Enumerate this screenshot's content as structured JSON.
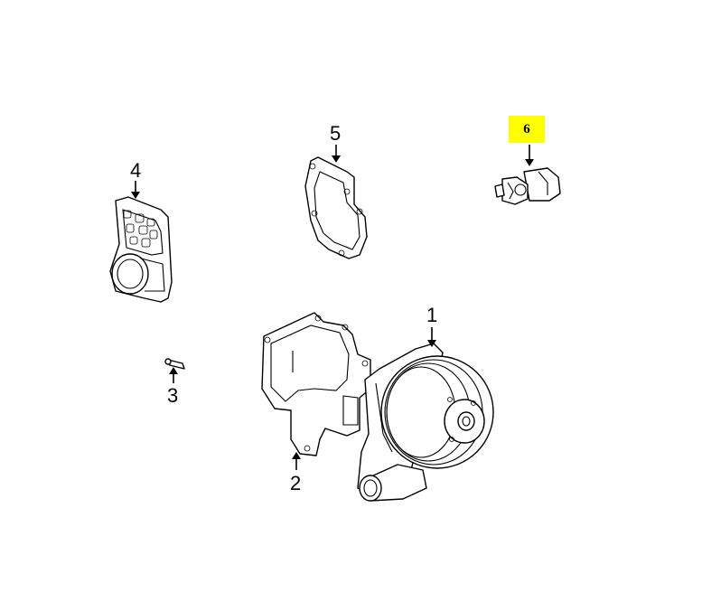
{
  "callouts": [
    {
      "label": "1"
    },
    {
      "label": "2"
    },
    {
      "label": "3"
    },
    {
      "label": "4"
    },
    {
      "label": "5"
    },
    {
      "label": "6"
    }
  ],
  "highlight_color": "#ffff00"
}
